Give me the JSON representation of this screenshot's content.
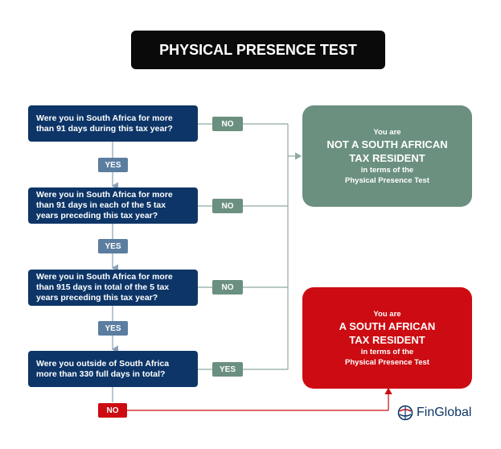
{
  "title": "PHYSICAL PRESENCE TEST",
  "questions": [
    {
      "text": "Were you in South Africa for more than 91 days during this tax year?"
    },
    {
      "text": "Were you in South Africa for more than 91 days in each of the 5 tax years preceding this tax year?"
    },
    {
      "text": "Were you in South Africa for more than 915 days in total of the 5 tax years preceding this tax year?"
    },
    {
      "text": "Were you outside of South Africa more than 330 full days in total?"
    }
  ],
  "labels": {
    "yes": "YES",
    "no": "NO"
  },
  "outcomes": {
    "not_resident": {
      "line1": "You are",
      "line2": "NOT A SOUTH AFRICAN",
      "line3": "TAX RESIDENT",
      "line4": "in terms of the",
      "line5": "Physical Presence Test"
    },
    "resident": {
      "line1": "You are",
      "line2": "A SOUTH AFRICAN",
      "line3": "TAX RESIDENT",
      "line4": "in terms of the",
      "line5": "Physical Presence Test"
    }
  },
  "logo": {
    "text": "FinGlobal"
  },
  "colors": {
    "navy": "#0d3567",
    "green": "#6b9080",
    "red": "#cc0c12",
    "yes_blue": "#5b7ea0"
  }
}
